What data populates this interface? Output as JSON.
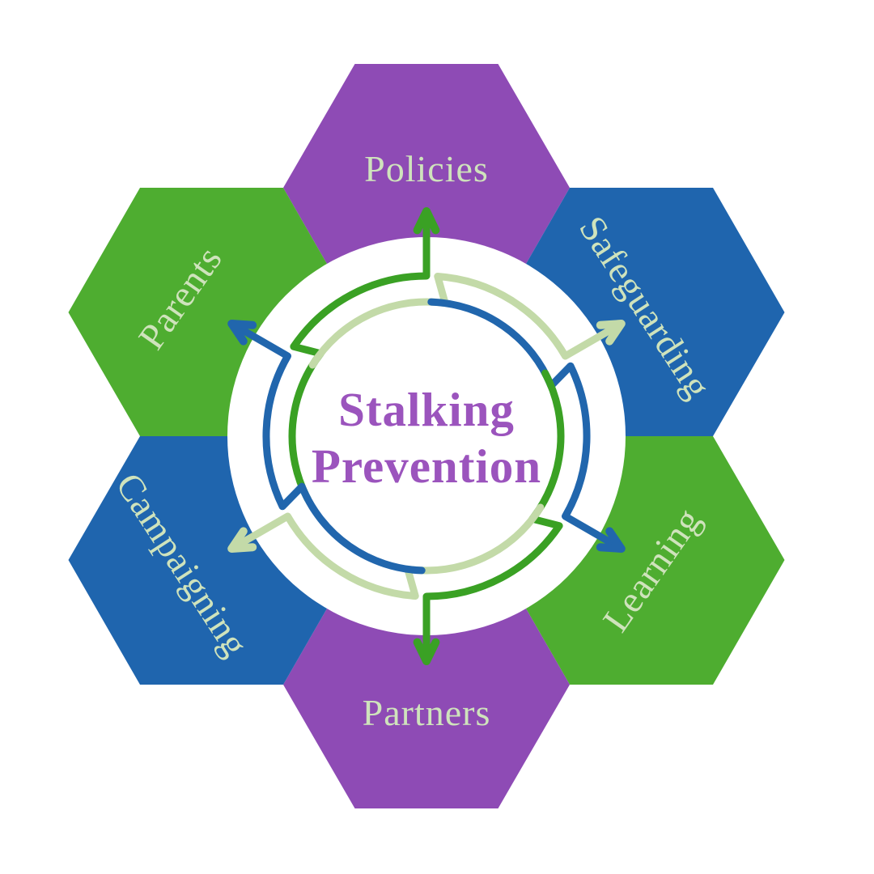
{
  "title": "Stalking Prevention hexagon diagram",
  "colors": {
    "purple": "#8e4bb5",
    "blue": "#1f65ae",
    "green": "#4ead30",
    "label": "#cfe3bc",
    "center_text": "#9b54bd",
    "circle": "#ffffff",
    "arc_green": "#3aa124",
    "arc_blue": "#2166ad",
    "arc_light_green": "#c3daa8",
    "background": "#ffffff"
  },
  "center": {
    "line1": "Stalking",
    "line2": "Prevention"
  },
  "hexagons": [
    {
      "id": "policies",
      "label": "Policies",
      "position": "top",
      "color": "purple"
    },
    {
      "id": "safeguarding",
      "label": "Safeguarding",
      "position": "top-right",
      "color": "blue"
    },
    {
      "id": "learning",
      "label": "Learning",
      "position": "bottom-right",
      "color": "green"
    },
    {
      "id": "partners",
      "label": "Partners",
      "position": "bottom",
      "color": "purple"
    },
    {
      "id": "campaigning",
      "label": "Campaigning",
      "position": "bottom-left",
      "color": "blue"
    },
    {
      "id": "parents",
      "label": "Parents",
      "position": "top-left",
      "color": "green"
    }
  ],
  "wheel": {
    "arms": [
      {
        "target": "policies",
        "color": "arc_green",
        "exit_angle": 90
      },
      {
        "target": "safeguarding",
        "color": "arc_light_green",
        "exit_angle": 30
      },
      {
        "target": "learning",
        "color": "arc_blue",
        "exit_angle": -30
      },
      {
        "target": "partners",
        "color": "arc_green",
        "exit_angle": -90
      },
      {
        "target": "campaigning",
        "color": "arc_light_green",
        "exit_angle": -150
      },
      {
        "target": "parents",
        "color": "arc_blue",
        "exit_angle": 150
      }
    ]
  }
}
